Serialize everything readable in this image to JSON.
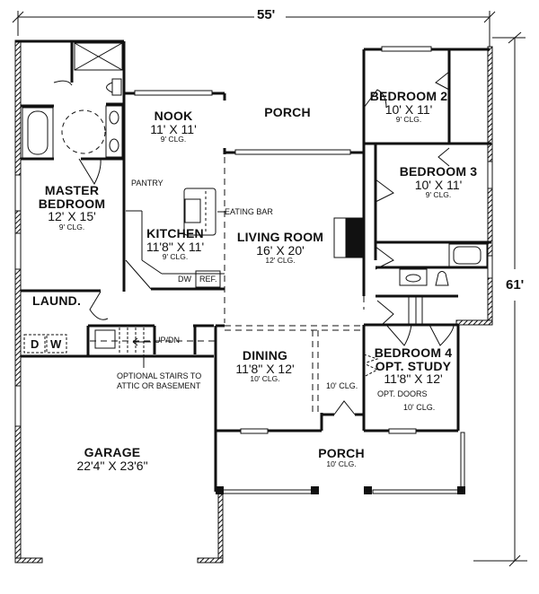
{
  "overall": {
    "width_label": "55'",
    "depth_label": "61'"
  },
  "rooms": {
    "master_bedroom": {
      "name_line1": "MASTER",
      "name_line2": "BEDROOM",
      "size": "12' X 15'",
      "ceiling": "9' CLG."
    },
    "nook": {
      "name": "NOOK",
      "size": "11' X 11'",
      "ceiling": "9' CLG."
    },
    "rear_porch": {
      "name": "PORCH"
    },
    "kitchen": {
      "name": "KITCHEN",
      "size": "11'8\" X 11'",
      "ceiling": "9' CLG."
    },
    "living_room": {
      "name": "LIVING ROOM",
      "size": "16' X 20'",
      "ceiling": "12' CLG."
    },
    "bedroom2": {
      "name": "BEDROOM 2",
      "size": "10' X 11'",
      "ceiling": "9' CLG."
    },
    "bedroom3": {
      "name": "BEDROOM 3",
      "size": "10' X 11'",
      "ceiling": "9' CLG."
    },
    "laundry": {
      "name": "LAUND."
    },
    "dining": {
      "name": "DINING",
      "size": "11'8\" X 12'",
      "ceiling": "10' CLG."
    },
    "foyer": {
      "ceiling": "10' CLG."
    },
    "bedroom4": {
      "name": "BEDROOM 4",
      "alt_name": "OPT. STUDY",
      "size": "11'8\" X 12'",
      "ceiling": "10' CLG."
    },
    "garage": {
      "name": "GARAGE",
      "size": "22'4\" X 23'6\""
    },
    "front_porch": {
      "name": "PORCH",
      "ceiling": "10' CLG."
    }
  },
  "annotations": {
    "pantry": "PANTRY",
    "eating_bar": "EATING BAR",
    "dishwasher": "DW",
    "refrigerator": "REF.",
    "dryer": "D",
    "washer": "W",
    "stairs_direction": "UP/DN",
    "stairs_note_line1": "OPTIONAL STAIRS TO",
    "stairs_note_line2": "ATTIC OR BASEMENT",
    "opt_doors": "OPT. DOORS"
  },
  "colors": {
    "wall": "#111111",
    "background": "#ffffff"
  }
}
